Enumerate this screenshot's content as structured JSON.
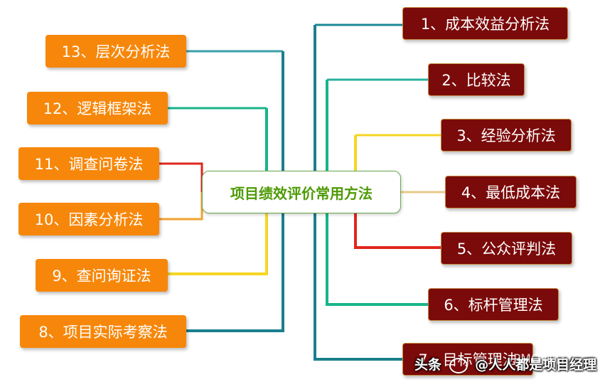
{
  "center": {
    "label": "项目绩效评价常用方法"
  },
  "right_nodes": [
    "1、成本效益分析法",
    "2、比较法",
    "3、经验分析法",
    "4、最低成本法",
    "5、公众评判法",
    "6、标杆管理法",
    "7、目标管理法"
  ],
  "left_nodes": [
    "13、层次分析法",
    "12、逻辑框架法",
    "11、调查问卷法",
    "10、因素分析法",
    "9、查问询证法",
    "8、项目实际考察法"
  ],
  "watermark": {
    "prefix": "头条",
    "text": "@人人都是项目经理",
    "behind": "PMO前沿"
  },
  "colors": {
    "right_node_bg": "#7b0a0a",
    "left_node_bg": "#f7870a",
    "center_text": "#4e9a06",
    "teal": "#1a7f8c",
    "green": "#19b48a",
    "yellow": "#f5d623",
    "red": "#e0261d",
    "orange": "#f0a030"
  }
}
